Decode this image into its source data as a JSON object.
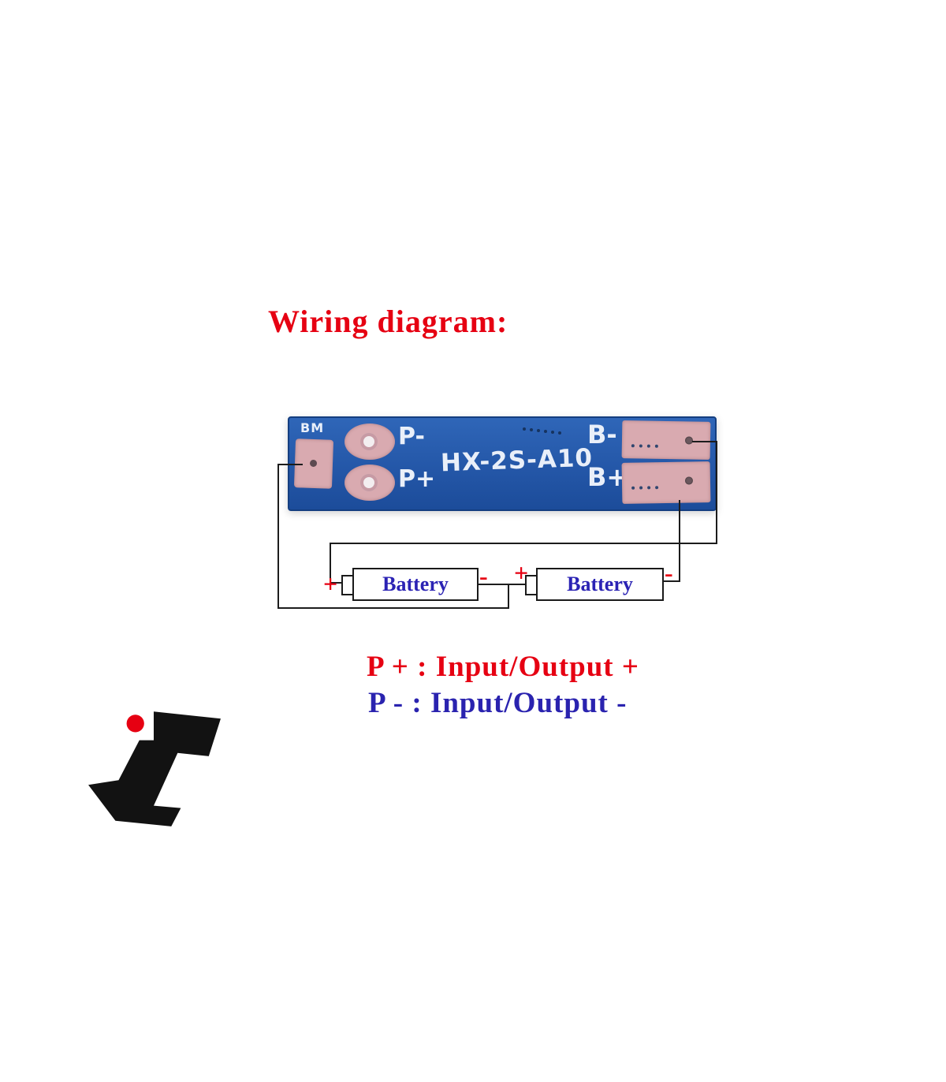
{
  "title": "Wiring diagram:",
  "board": {
    "bm_label": "BM",
    "p_minus_label": "P-",
    "p_plus_label": "P+",
    "model": "HX-2S-A10",
    "b_minus_label": "B-",
    "b_plus_label": "B+"
  },
  "battery1": {
    "label": "Battery",
    "plus": "+",
    "minus": "-"
  },
  "battery2": {
    "label": "Battery",
    "plus": "+",
    "minus": "-"
  },
  "legend": {
    "line1": "P + : Input/Output +",
    "line2": "P - : Input/Output -"
  },
  "icons": {
    "brand_logo": "hexagon-arrow-logo"
  },
  "colors": {
    "title_red": "#e60012",
    "legend_blue": "#2a23af",
    "battery_text_blue": "#2b23b4",
    "board_blue": "#2457a8",
    "pad_pink": "#d9aab0",
    "wire_black": "#1c1c1c",
    "logo_black": "#121212",
    "logo_dot_red": "#e60012"
  }
}
